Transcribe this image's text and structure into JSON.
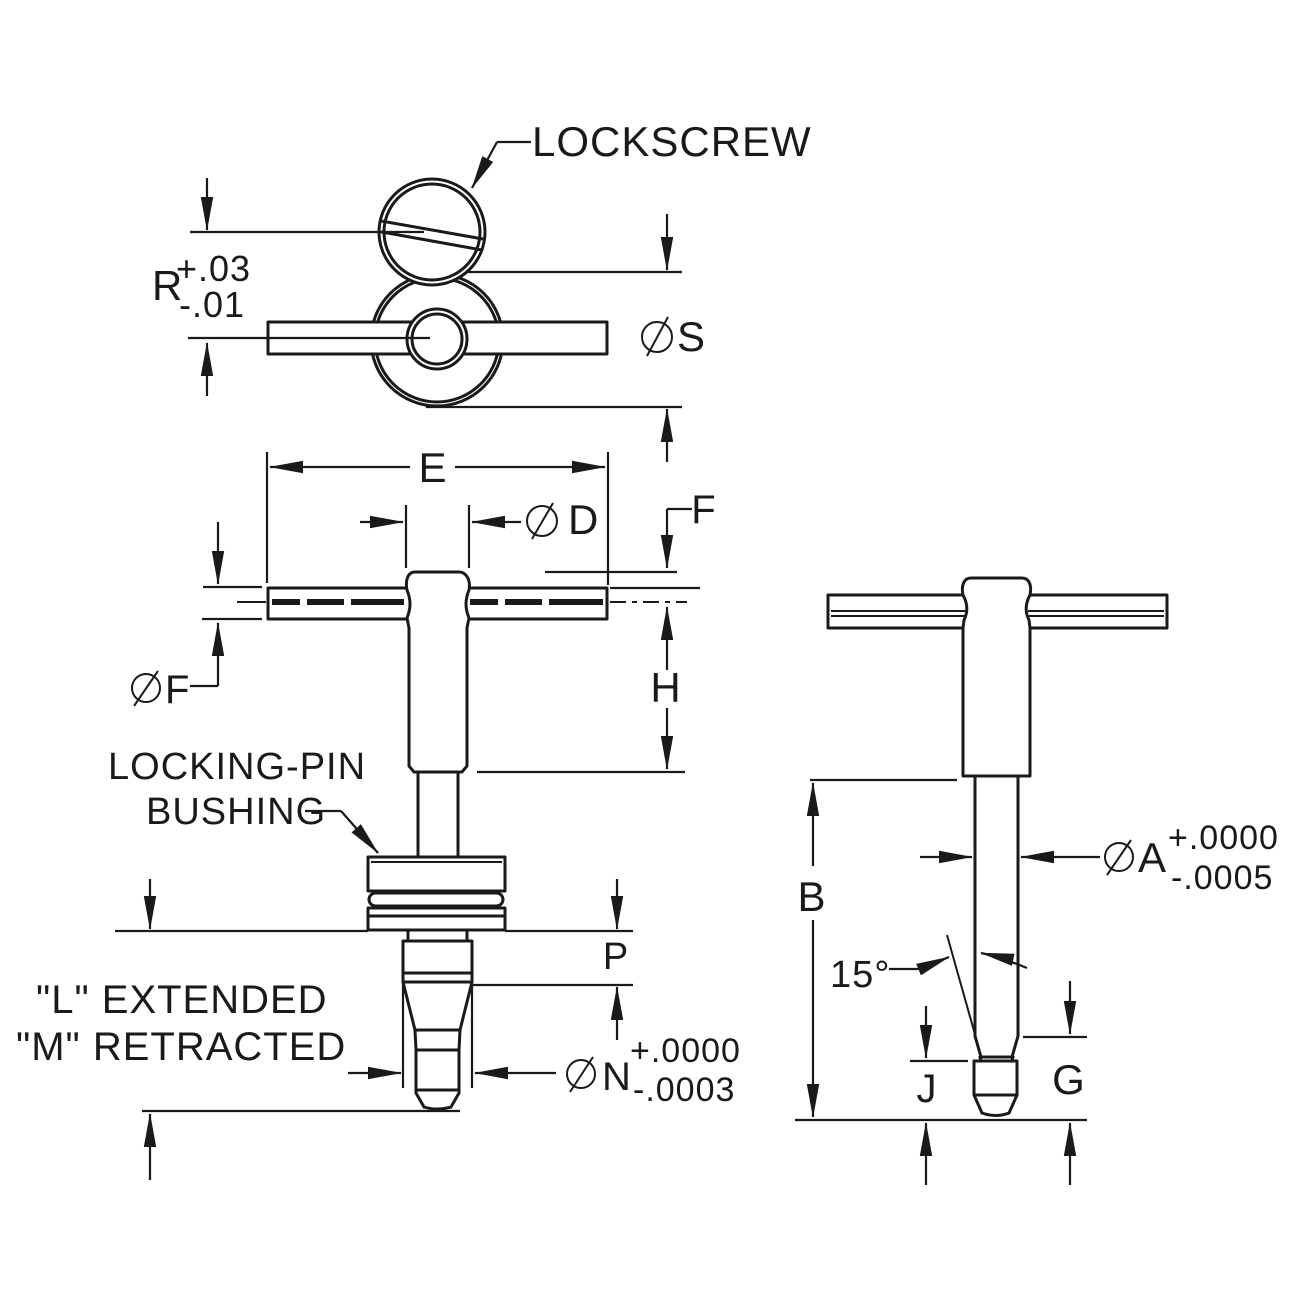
{
  "canvas": {
    "background": "#ffffff",
    "ink": "#1a1a1a"
  },
  "labels": {
    "lockscrew": "LOCKSCREW",
    "bushing_line1": "LOCKING-PIN",
    "bushing_line2": "BUSHING",
    "note_line1": "\"L\" EXTENDED",
    "note_line2": "\"M\" RETRACTED"
  },
  "dimensions": {
    "r": {
      "letter": "R",
      "plus": "+.03",
      "minus": "-.01"
    },
    "s": {
      "letter": "S"
    },
    "e": {
      "letter": "E"
    },
    "d": {
      "letter": "D"
    },
    "f_top": {
      "letter": "F"
    },
    "f_left": {
      "letter": "F"
    },
    "h": {
      "letter": "H"
    },
    "p": {
      "letter": "P"
    },
    "n": {
      "letter": "N",
      "plus": "+.0000",
      "minus": "-.0003"
    },
    "b": {
      "letter": "B"
    },
    "a": {
      "letter": "A",
      "plus": "+.0000",
      "minus": "-.0005"
    },
    "angle": {
      "value": "15°"
    },
    "j": {
      "letter": "J"
    },
    "g": {
      "letter": "G"
    }
  }
}
